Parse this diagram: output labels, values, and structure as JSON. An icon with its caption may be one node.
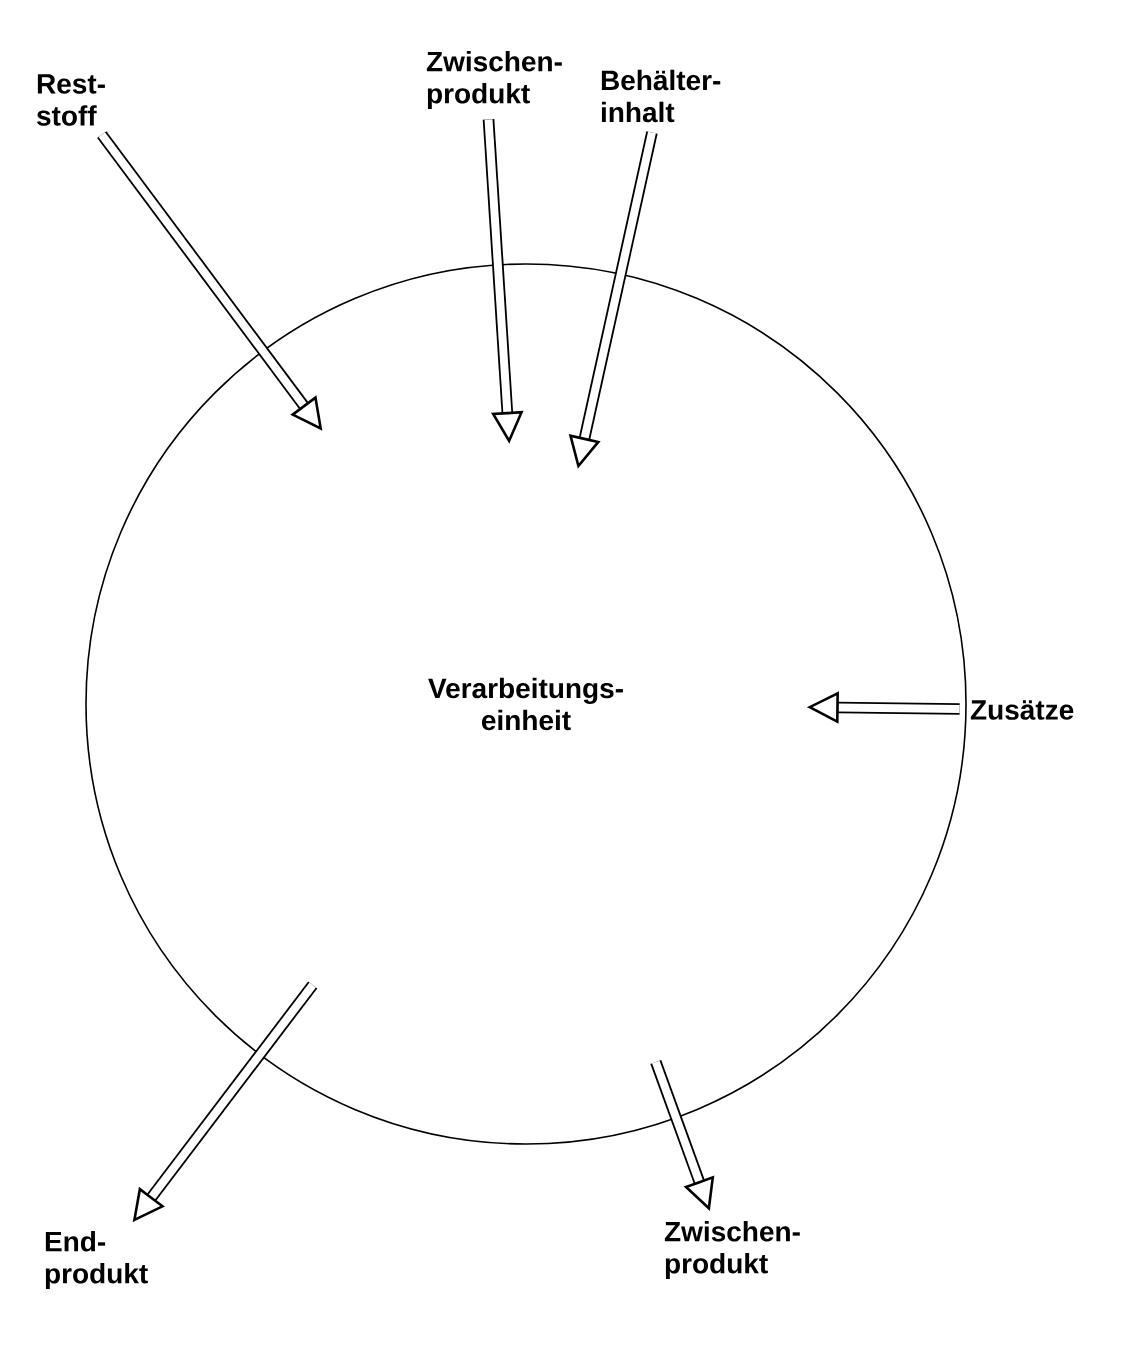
{
  "diagram": {
    "nodes": [
      {
        "text": [
          "Verarbeitungs-einheit"
        ]
      },
      {
        "text": [
          "Rest-stoff"
        ]
      },
      {
        "text": [
          "Zwischen-produkt"
        ]
      },
      {
        "text": [
          "Behälter-inhalt"
        ]
      },
      {
        "text": [
          "Zusätze"
        ]
      },
      {
        "text": [
          "End-produkt"
        ]
      },
      {
        "text": [
          "Zwischen-produkt"
        ]
      }
    ],
    "edges": [
      {
        "from": 1,
        "to": 0,
        "arrow": "to"
      },
      {
        "from": 2,
        "to": 0,
        "arrow": "to"
      },
      {
        "from": 3,
        "to": 0,
        "arrow": "to"
      },
      {
        "from": 4,
        "to": 0,
        "arrow": "to"
      },
      {
        "from": 0,
        "to": 5,
        "arrow": "to"
      },
      {
        "from": 0,
        "to": 6,
        "arrow": "to"
      }
    ]
  }
}
